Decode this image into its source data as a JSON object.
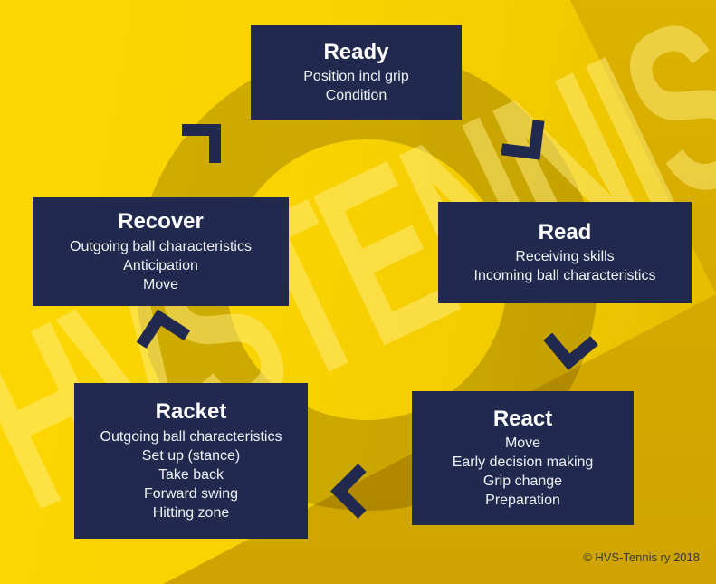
{
  "watermark": "HVSTENNIS",
  "copyright": "© HVS-Tennis ry 2018",
  "stages": [
    {
      "name": "Ready",
      "lines": [
        "Position incl grip",
        "Condition"
      ]
    },
    {
      "name": "Read",
      "lines": [
        "Receiving skills",
        "Incoming ball characteristics"
      ]
    },
    {
      "name": "React",
      "lines": [
        "Move",
        "Early decision making",
        "Grip change",
        "Preparation"
      ]
    },
    {
      "name": "Racket",
      "lines": [
        "Outgoing ball characteristics",
        "Set up (stance)",
        "Take back",
        "Forward swing",
        "Hitting zone"
      ]
    },
    {
      "name": "Recover",
      "lines": [
        "Outgoing ball characteristics",
        "Anticipation",
        "Move"
      ]
    }
  ],
  "cycle_order": [
    "Ready",
    "Read",
    "React",
    "Racket",
    "Recover"
  ],
  "colors": {
    "navy": "#212a4e",
    "yellow_bright": "#f8d303",
    "gold_dark": "#d4a900",
    "watermark_pale": "#f7dc55",
    "copyright_text": "#363a40"
  }
}
